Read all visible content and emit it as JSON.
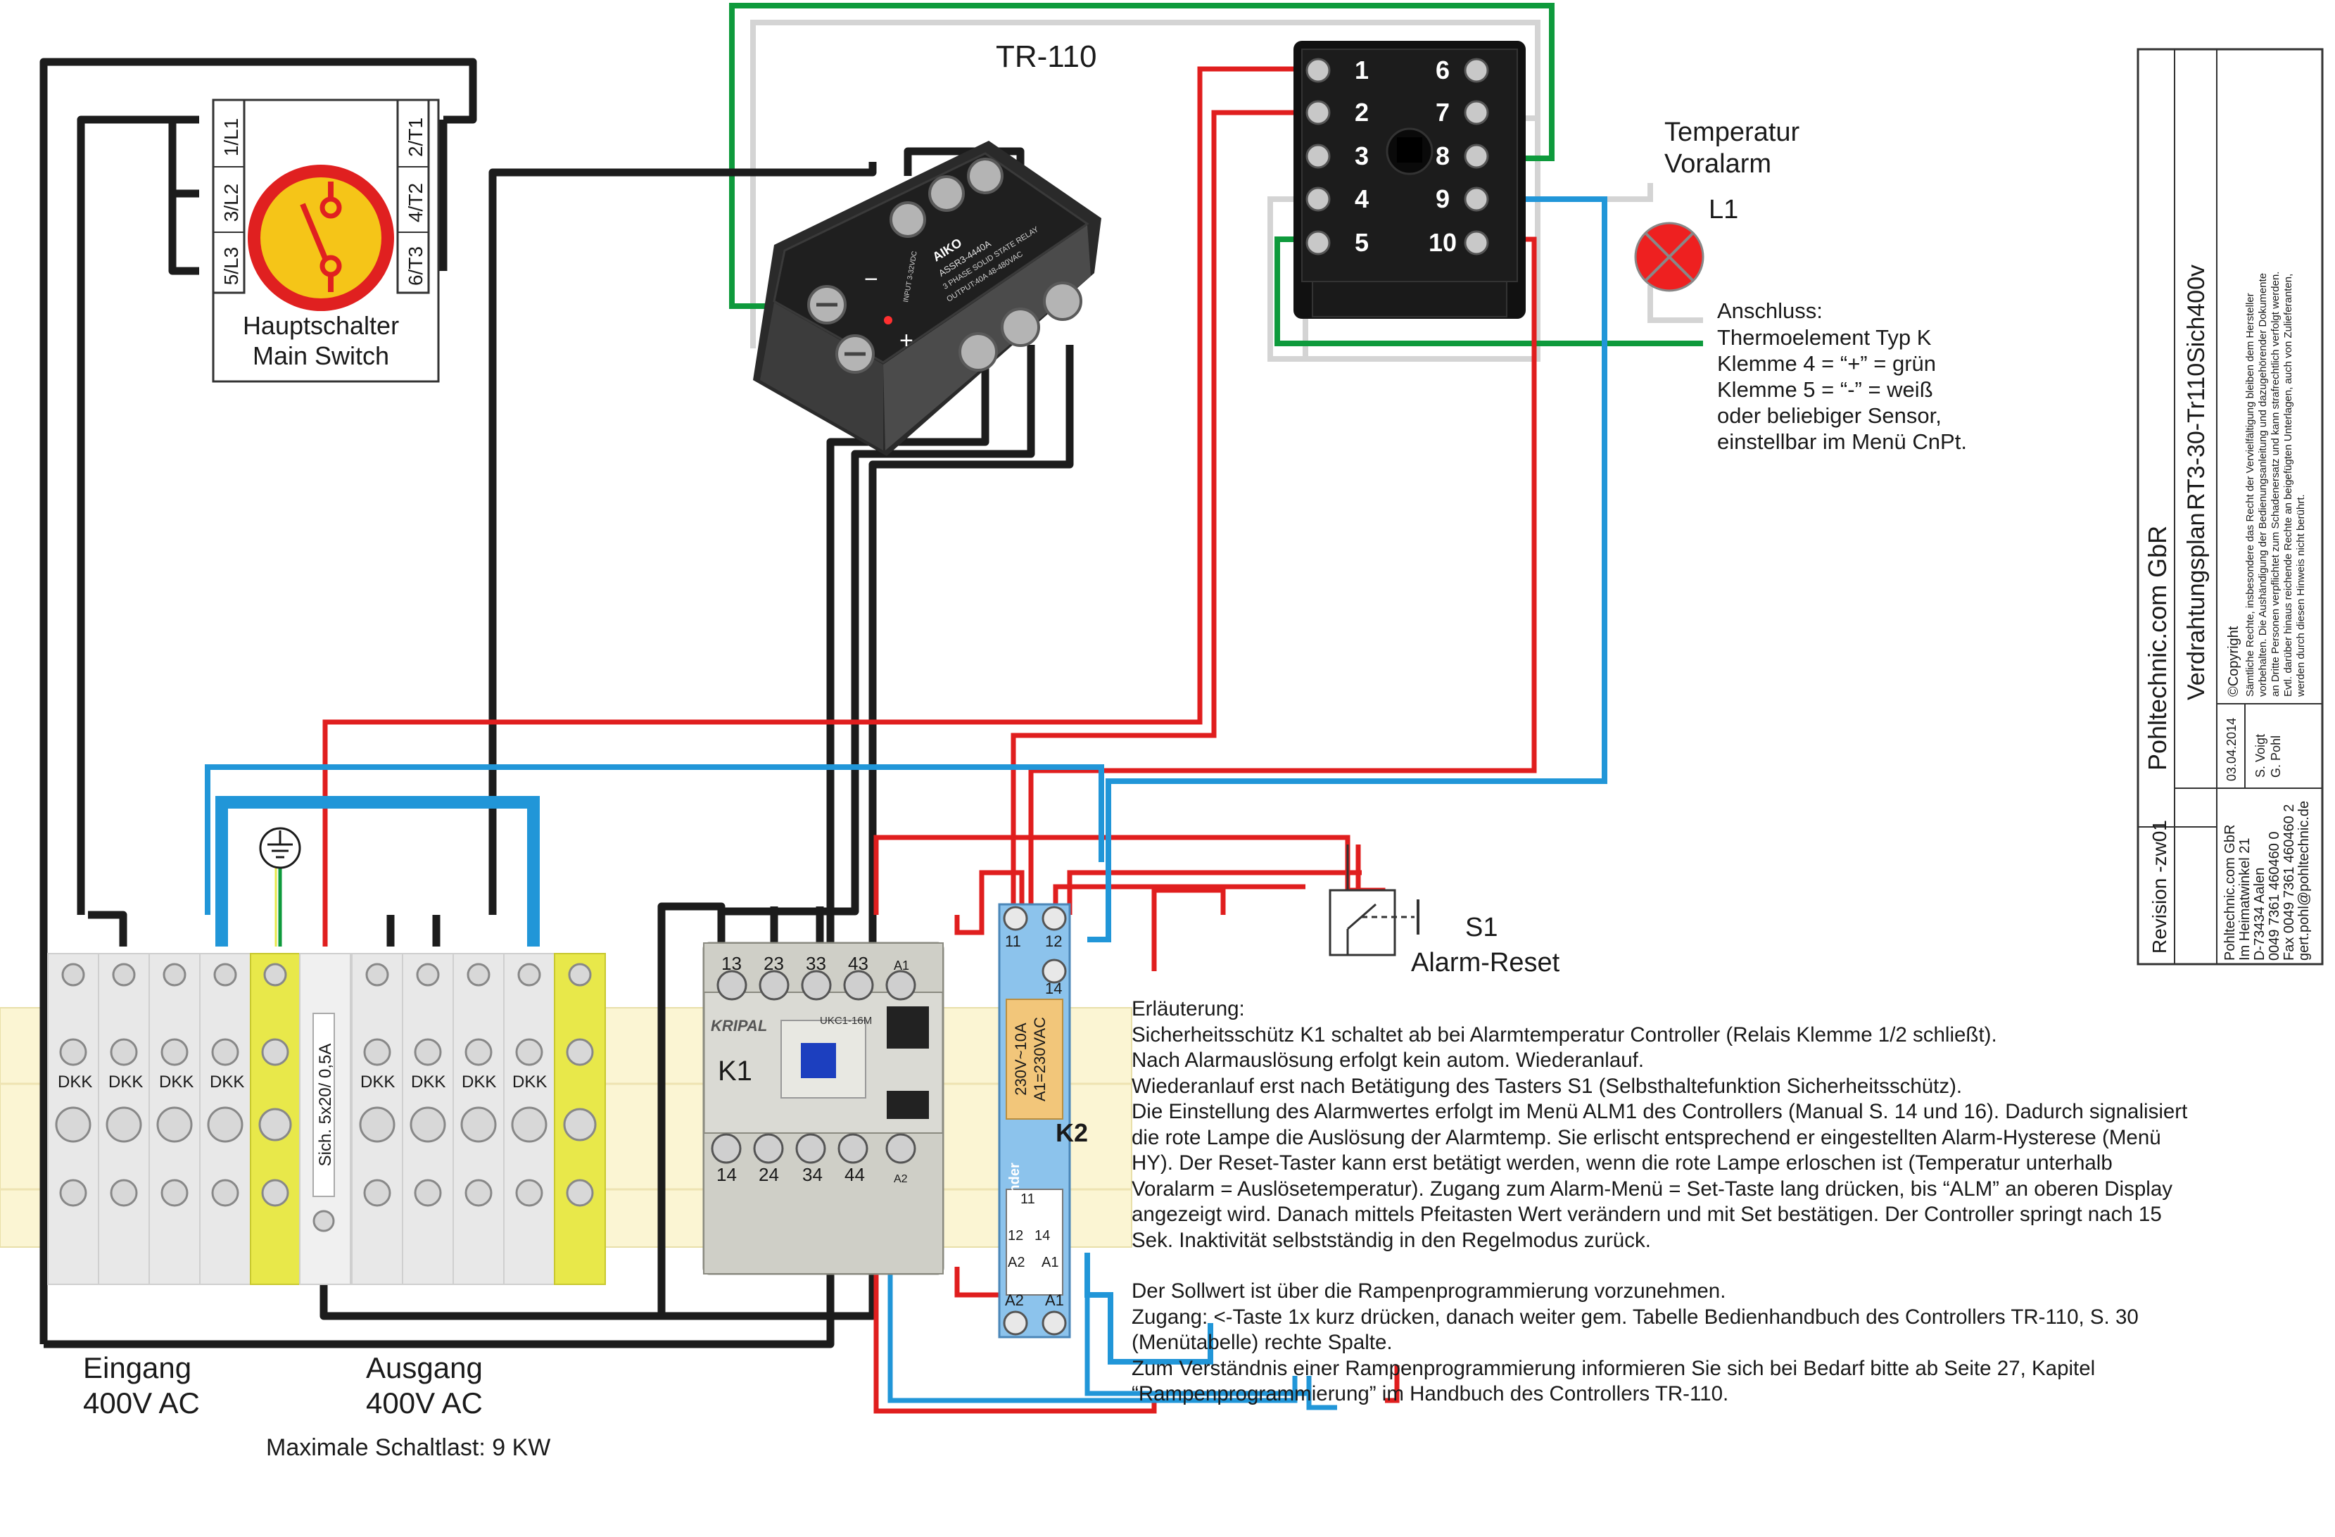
{
  "controller": {
    "title": "TR-110",
    "terminals_left": [
      "1",
      "2",
      "3",
      "4",
      "5"
    ],
    "terminals_right": [
      "6",
      "7",
      "8",
      "9",
      "10"
    ]
  },
  "alarm": {
    "heading_line1": "Temperatur",
    "heading_line2": "Voralarm",
    "lamp_label": "L1"
  },
  "sensor_note": [
    "Anschluss:",
    "Thermoelement Typ K",
    "Klemme 4 = “+” = grün",
    "Klemme 5 = “-” = weiß",
    "oder beliebiger Sensor,",
    "einstellbar im Menü CnPt."
  ],
  "main_switch": {
    "left_terminals": [
      "1/L1",
      "3/L2",
      "5/L3"
    ],
    "right_terminals": [
      "2/T1",
      "4/T2",
      "6/T3"
    ],
    "label_line1": "Hauptschalter",
    "label_line2": "Main Switch"
  },
  "ssr": {
    "brand": "AIKO",
    "model": "ASSR3-4440A",
    "line1": "3 PHASE SOLID STATE RELAY",
    "line2": "OUTPUT:40A  48-480VAC",
    "input_label": "INPUT 3-32VDC",
    "minus": "−",
    "plus": "+"
  },
  "terminals": {
    "dkk_label": "DKK",
    "fuse_label": "Sich. 5x20/ 0,5A"
  },
  "contactor": {
    "brand": "KRIPAL",
    "name": "K1",
    "model": "UKC1-16M",
    "top_labels": [
      "13",
      "23",
      "33",
      "43",
      "A1"
    ],
    "bottom_labels": [
      "14",
      "24",
      "34",
      "44",
      "A2"
    ]
  },
  "relay": {
    "name": "K2",
    "rating": "230V~10A",
    "coil": "A1=230VAC",
    "brand": "finder",
    "top_labels": [
      "11",
      "12",
      "14"
    ],
    "inner_labels": [
      "11",
      "12",
      "14",
      "A2",
      "A1"
    ],
    "bottom_labels": [
      "A2",
      "A1"
    ]
  },
  "reset_button": {
    "name": "S1",
    "label": "Alarm-Reset"
  },
  "io_labels": {
    "input_line1": "Eingang",
    "input_line2": "400V AC",
    "output_line1": "Ausgang",
    "output_line2": "400V AC",
    "max_load": "Maximale Schaltlast: 9 KW"
  },
  "explanation": {
    "heading": "Erläuterung:",
    "lines": [
      "Sicherheitsschütz K1 schaltet ab bei Alarmtemperatur Controller (Relais Klemme 1/2 schließt).",
      "Nach Alarmauslösung erfolgt kein autom. Wiederanlauf.",
      "Wiederanlauf erst nach Betätigung des Tasters S1 (Selbsthaltefunktion Sicherheitsschütz).",
      "Die Einstellung des Alarmwertes erfolgt im Menü ALM1 des Controllers (Manual S. 14 und 16). Dadurch signalisiert",
      "die rote Lampe die Auslösung der Alarmtemp. Sie erlischt entsprechend er eingestellten Alarm-Hysterese (Menü",
      "HY). Der Reset-Taster kann erst betätigt werden, wenn die rote Lampe erloschen ist (Temperatur unterhalb",
      "Voralarm = Auslösetemperatur). Zugang zum Alarm-Menü = Set-Taste lang drücken, bis “ALM” an oberen Display",
      "angezeigt wird. Danach mittels Pfeitasten Wert verändern und mit Set bestätigen. Der Controller springt nach 15",
      "Sek. Inaktivität selbstständig in den Regelmodus zurück."
    ],
    "lines2": [
      "Der Sollwert ist über die Rampenprogrammierung vorzunehmen.",
      "Zugang: <-Taste 1x kurz drücken, danach weiter gem. Tabelle Bedienhandbuch des Controllers TR-110, S. 30",
      "(Menütabelle) rechte Spalte.",
      "Zum Verständnis einer Rampenprogrammierung informieren Sie sich bei Bedarf bitte ab Seite 27, Kapitel",
      "“Rampenprogrammierung” im Handbuch des Controllers TR-110."
    ]
  },
  "title_block": {
    "company": "Pohltechnic.com GbR",
    "plan_label": "Verdrahtungsplan",
    "plan_id": "RT3-30-Tr110Sich400v",
    "revision": "Revision -zw01",
    "date": "03.04.2014",
    "authors": [
      "S. Voigt",
      "G. Pohl"
    ],
    "copyright_head": "©Copyright",
    "copyright_lines": [
      "Sämtliche Rechte, insbesondere das Recht  der Vervielfältigung bleiben dem Hersteller",
      "vorbehalten. Die Aushändigung der Bedienungsanleitung und dazugehörender Dokumente",
      "an Dritte Personen verpflichtet zum Schadenersatz und kann strafrechtlich verfolgt werden.",
      "Evtl. darüber hinaus reichende Rechte an beigefügten Unterlagen, auch von Zulieferanten,",
      "werden durch diesen Hinweis nicht berührt."
    ],
    "address_lines": [
      "Pohltechnic.com GbR",
      "Im Heimatwinkel 21",
      "D-73434 Aalen",
      "0049 7361 460460 0",
      "Fax 0049 7361 460460 2",
      "gert.pohl@pohltechnic.de"
    ]
  },
  "colors": {
    "wire_black": "#1c1c1c",
    "wire_red": "#e01e1e",
    "wire_blue": "#2196d8",
    "wire_green": "#0e9a3c",
    "wire_grey": "#d2d2d2",
    "rail": "#fbf5d3",
    "yellow": "#e8e84a",
    "terminal_grey": "#e6e6e6",
    "relay_blue": "#8cc3ec",
    "lamp_red": "#ee2020"
  }
}
